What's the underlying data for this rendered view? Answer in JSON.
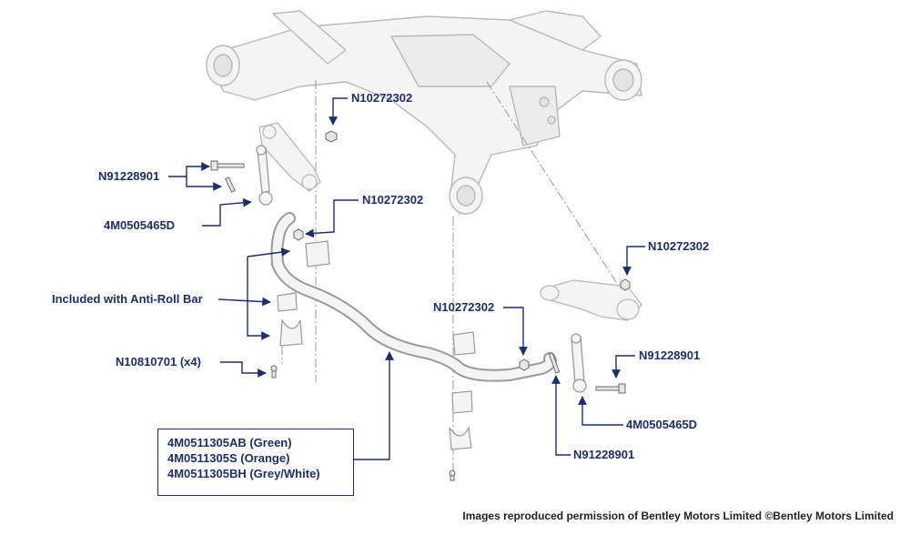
{
  "labels": {
    "nut_top": "N10272302",
    "bolt_left": "N91228901",
    "link_left": "4M0505465D",
    "nut_mid_left": "N10272302",
    "included": "Included with Anti-Roll Bar",
    "screw_left": "N10810701 (x4)",
    "nut_right_top": "N10272302",
    "nut_center": "N10272302",
    "bolt_right": "N91228901",
    "link_right": "4M0505465D",
    "bolt_right_bottom": "N91228901"
  },
  "kit": {
    "line1": "4M0511305AB (Green)",
    "line2": "4M0511305S (Orange)",
    "line3": "4M0511305BH (Grey/White)"
  },
  "credit": "Images reproduced permission of Bentley Motors Limited ©Bentley Motors Limited",
  "colors": {
    "callout": "#1f2d6b",
    "part_line": "#b8b8b8",
    "part_fill": "#f2f2f2",
    "text": "#1f2d6b"
  }
}
